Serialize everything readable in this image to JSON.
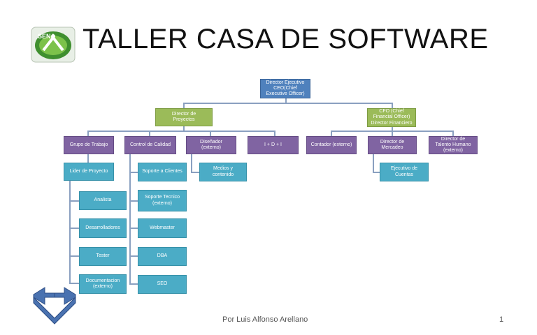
{
  "slide": {
    "title": "TALLER CASA DE SOFTWARE",
    "logo_text": "SENA",
    "footer_author": "Por Luis Alfonso Arellano",
    "page_number": "1"
  },
  "org": {
    "ceo": "Director Ejecutivo\nCEO(Chief\nExecutive Officer)",
    "director_proyectos": "Director de\nProyectos",
    "cfo": "CFO (Chief\nFinancial Officer)\nDirector Financiero",
    "grupo_trabajo": "Grupo de Trabajo",
    "control_calidad": "Control de Calidad",
    "disenador": "Diseñador\n(externo)",
    "imasd": "I + D + I",
    "contador": "Contador (externo)",
    "director_mercadeo": "Director de\nMercadeo",
    "director_talento": "Director de\nTalento Humano\n(externo)",
    "lider_proyecto": "Lider de Proyecto",
    "analista": "Analista",
    "desarrolladores": "Desarrolladores",
    "tester": "Tester",
    "documentacion": "Documentacion\n(externo)",
    "soporte_clientes": "Soporte a Clientes",
    "soporte_tecnico": "Soporte Tecnico\n(externo)",
    "webmaster": "Webmaster",
    "dba": "DBA",
    "seo": "SEO",
    "medios": "Medios y\ncontenido",
    "ejecutivo_cuentas": "Ejecutivo de\nCuentas"
  },
  "colors": {
    "blue": "#4f81bd",
    "green": "#9bbb59",
    "purple": "#8064a2",
    "teal": "#4bacc6",
    "connector": "#8aa0c0",
    "nav_arrow": "#4a72b0"
  },
  "icons": {
    "logo": "sena-logo-icon",
    "navigation": "navigation-arrows-icon"
  }
}
